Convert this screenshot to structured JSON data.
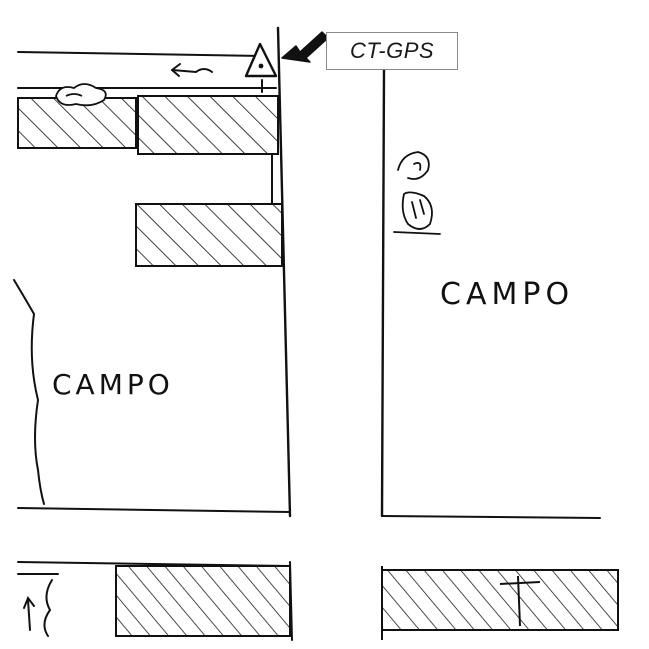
{
  "callout": {
    "label": "CT-GPS"
  },
  "areas": {
    "left_label": "CAMPO",
    "right_label": "CAMPO"
  },
  "icons": {
    "station": "triangle-with-dot-icon",
    "pointer": "arrow-icon",
    "direction": "left-arrow-icon"
  },
  "colors": {
    "ink": "#111111",
    "callout_border": "#8a8a8a"
  }
}
